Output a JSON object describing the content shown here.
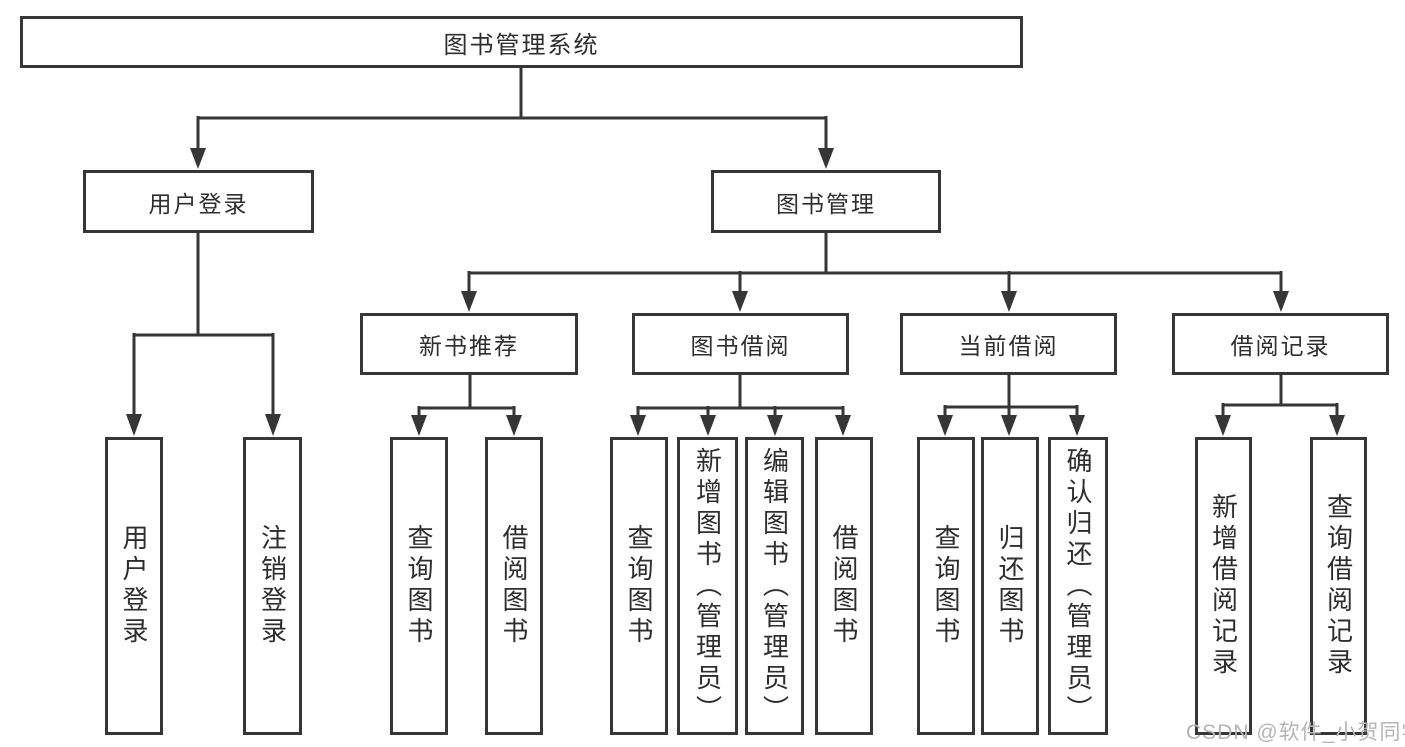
{
  "diagram": {
    "root": {
      "label": "图书管理系统"
    },
    "branches": [
      {
        "label": "用户登录",
        "children": [
          {
            "label": "用户登录"
          },
          {
            "label": "注销登录"
          }
        ]
      },
      {
        "label": "图书管理",
        "children": [
          {
            "label": "新书推荐",
            "children": [
              {
                "label": "查询图书"
              },
              {
                "label": "借阅图书"
              }
            ]
          },
          {
            "label": "图书借阅",
            "children": [
              {
                "label": "查询图书"
              },
              {
                "label": "新增图书（管理员）"
              },
              {
                "label": "编辑图书（管理员）"
              },
              {
                "label": "借阅图书"
              }
            ]
          },
          {
            "label": "当前借阅",
            "children": [
              {
                "label": "查询图书"
              },
              {
                "label": "归还图书"
              },
              {
                "label": "确认归还（管理员）"
              }
            ]
          },
          {
            "label": "借阅记录",
            "children": [
              {
                "label": "新增借阅记录"
              },
              {
                "label": "查询借阅记录"
              }
            ]
          }
        ]
      }
    ]
  },
  "watermark": {
    "text": "CSDN @软件_小贺同学"
  },
  "colors": {
    "line": "#363636",
    "text": "#2e2e2e",
    "box_fill": "#ffffff",
    "background": "#ffffff",
    "watermark": "#b5b5b5"
  }
}
